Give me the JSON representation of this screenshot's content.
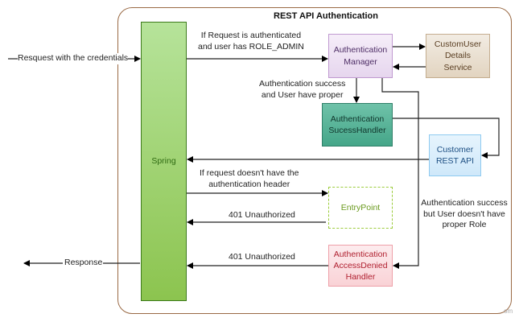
{
  "title": "REST API Authentication",
  "nodes": {
    "spring": "Spring",
    "auth_manager": "Authentication Manager",
    "custom_user_details_service": "CustomUser Details Service",
    "success_handler": "Authentication SucessHandler",
    "customer_rest_api": "Customer REST API",
    "entry_point": "EntryPoint",
    "access_denied_handler": "Authentication AccessDenied Handler"
  },
  "edge_labels": {
    "request_in": "Resquest with the credentials",
    "authenticated_admin_line1": "If Request is authenticated",
    "authenticated_admin_line2": "and user has ROLE_ADMIN",
    "success_proper_line1": "Authentication success",
    "success_proper_line2": "and User have proper",
    "no_header_line1": "If request doesn't have the",
    "no_header_line2": "authentication header",
    "unauthorized_entry": "401 Unauthorized",
    "unauthorized_denied": "401 Unauthorized",
    "success_no_role_line1": "Authentication success",
    "success_no_role_line2": "but User doesn't have",
    "success_no_role_line3": "proper Role",
    "response_out": "Response"
  },
  "watermark": "om",
  "colors": {
    "frame": "#9a6a45",
    "spring": "#8cc44f",
    "manager": "#e6d6ee",
    "user_service": "#e2d4c0",
    "success_handler": "#45a689",
    "rest_api": "#cfe8fa",
    "entry_point_border": "#9ccc3c",
    "access_denied": "#f9d2d6"
  }
}
